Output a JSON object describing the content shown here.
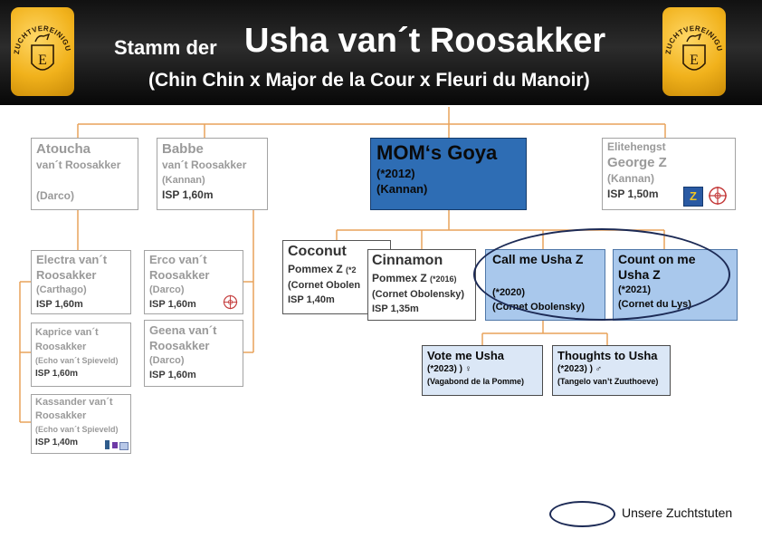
{
  "header": {
    "title_prefix": "Stamm der",
    "title_main": "Usha van´t Roosakker",
    "subtitle": "(Chin Chin x Major de la Cour x Fleuri du Manoir)",
    "logo_text": "ZUCHTVEREINIGUNG MITTELERDE",
    "logo_initial": "E"
  },
  "boxes": {
    "atoucha": {
      "l1": "Atoucha",
      "l2": "van´t Roosakker",
      "l3": "(Darco)"
    },
    "babbe": {
      "l1": "Babbe",
      "l2": "van´t Roosakker",
      "l3": "(Kannan)",
      "isp": "ISP 1,60m"
    },
    "goya": {
      "l1": "MOM‘s Goya",
      "l2": "(*2012)",
      "l3": "(Kannan)"
    },
    "george": {
      "l0": "Elitehengst",
      "l1": "George Z",
      "l2": "(Kannan)",
      "isp": "ISP 1,50m"
    },
    "electra": {
      "l1": "Electra van´t",
      "l2": "Roosakker",
      "l3": "(Carthago)",
      "isp": "ISP 1,60m"
    },
    "kaprice": {
      "l1": "Kaprice van´t",
      "l2": "Roosakker",
      "l3": "(Echo van´t Spieveld)",
      "isp": "ISP 1,60m"
    },
    "kassander": {
      "l1": "Kassander van´t",
      "l2": "Roosakker",
      "l3": "(Echo van´t Spieveld)",
      "isp": "ISP 1,40m"
    },
    "erco": {
      "l1": "Erco van´t",
      "l2": "Roosakker",
      "l3": "(Darco)",
      "isp": "ISP 1,60m"
    },
    "geena": {
      "l1": "Geena van´t",
      "l2": "Roosakker",
      "l3": "(Darco)",
      "isp": "ISP 1,60m"
    },
    "coconut": {
      "l1": "Coconut",
      "l2": "Pommex Z",
      "l2b": "(*2",
      "l3": "(Cornet Obolen",
      "isp": "ISP 1,40m"
    },
    "cinnamon": {
      "l1": "Cinnamon",
      "l2": "Pommex Z",
      "l2b": "(*2016)",
      "l3": "(Cornet Obolensky)",
      "isp": "ISP 1,35m"
    },
    "callme": {
      "l1": "Call me Usha Z",
      "l2": "(*2020)",
      "l3": "(Cornet Obolensky)"
    },
    "countonme": {
      "l1": "Count on me",
      "l1b": "Usha Z",
      "l2": "(*2021)",
      "l3": "(Cornet du Lys)"
    },
    "voteme": {
      "l1": "Vote me Usha",
      "l2": "(*2023) ) ♀",
      "l3": "(Vagabond de la Pomme)"
    },
    "thoughts": {
      "l1": "Thoughts to Usha",
      "l2": "(*2023) ) ♂",
      "l3": "(Tangelo van’t Zuuthoeve)"
    }
  },
  "badges": {
    "z_letter": "Z"
  },
  "legend": {
    "label": "Unsere Zuchtstuten"
  },
  "colors": {
    "connector": "#e9a25a",
    "blue": "#2e6db4",
    "light_blue": "#a9c8ec",
    "pale_blue": "#dbe7f6",
    "ellipse": "#1c2a55",
    "header_bg": "#111111",
    "logo_gold": "#f1b21c"
  }
}
